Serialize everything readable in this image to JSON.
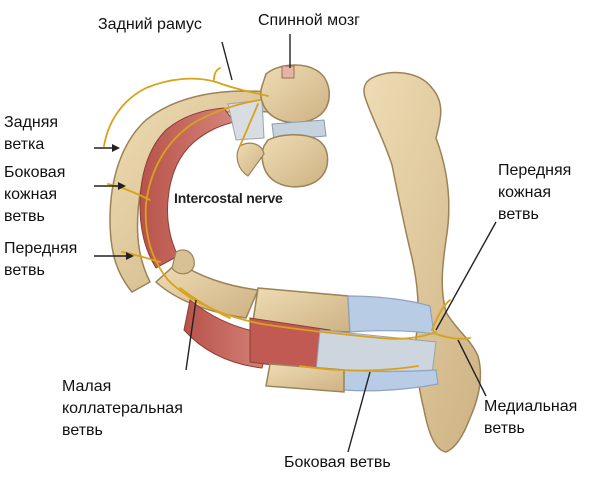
{
  "labels": {
    "posterior_ramus": "Задний рамус",
    "spinal_cord": "Спинной мозг",
    "posterior_branch": "Задняя\nветка",
    "lateral_cutaneous": "Боковая\nкожная\nветвь",
    "anterior_branch": "Передняя\nветвь",
    "anterior_cutaneous": "Передняя\nкожная\nветвь",
    "collateral_branch": "Малая\nколлатеральная\nветвь",
    "medial_branch": "Медиальная\nветвь",
    "lateral_branch": "Боковая ветвь",
    "intercostal_nerve": "Intercostal nerve"
  },
  "colors": {
    "bone": "#e3cfa5",
    "bone_shadow": "#c9ad7c",
    "bone_outline": "#9c8257",
    "muscle": "#c9685f",
    "muscle_dark": "#a84a43",
    "cartilage": "#b8cce6",
    "disc": "#c7d2df",
    "nerve": "#d9a21b",
    "pointer": "#222222"
  }
}
